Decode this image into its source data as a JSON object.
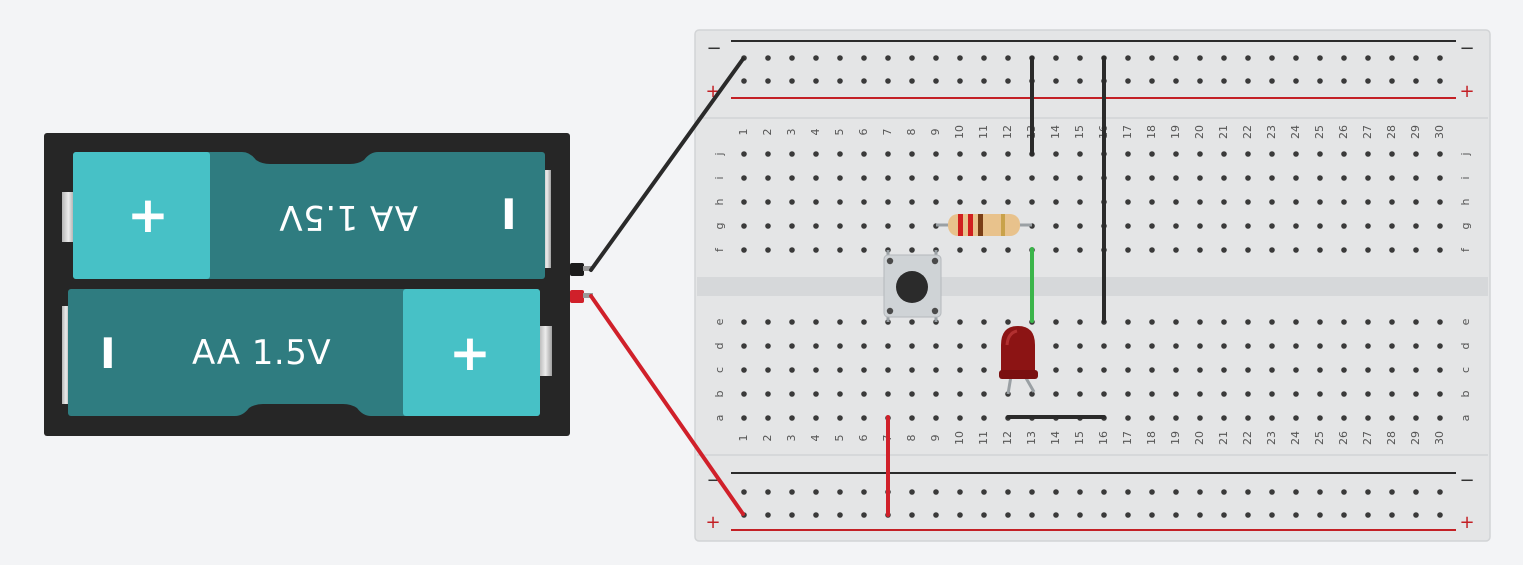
{
  "battery_pack": {
    "cells": [
      {
        "label": "AA 1.5V",
        "plus": "+",
        "minus": "I",
        "orientation": "normal"
      },
      {
        "label": "AA 1.5V",
        "plus": "+",
        "minus": "I",
        "orientation": "flipped"
      }
    ]
  },
  "breadboard": {
    "columns": [
      "1",
      "2",
      "3",
      "4",
      "5",
      "6",
      "7",
      "8",
      "9",
      "10",
      "11",
      "12",
      "13",
      "14",
      "15",
      "16",
      "17",
      "18",
      "19",
      "20",
      "21",
      "22",
      "23",
      "24",
      "25",
      "26",
      "27",
      "28",
      "29",
      "30"
    ],
    "rows_top": [
      "j",
      "i",
      "h",
      "g",
      "f"
    ],
    "rows_bottom": [
      "e",
      "d",
      "c",
      "b",
      "a"
    ],
    "rail_minus": "−",
    "rail_plus": "+"
  },
  "colors": {
    "board": "#e4e5e6",
    "board_border": "#cfd1d3",
    "hole": "#3a3a3a",
    "rail_neg": "#2b2b2b",
    "rail_pos": "#c32025",
    "wire_black": "#2a2a2a",
    "wire_red": "#d0202a",
    "wire_green": "#3bb54a",
    "battery_case": "#262626",
    "cell_body": "#2f7c80",
    "cell_cap": "#47c1c6",
    "led_red": "#8c1414",
    "resistor_body": "#e8c28c"
  },
  "components": [
    "battery-pack",
    "pushbutton",
    "resistor",
    "red-led",
    "jumper-wires"
  ]
}
